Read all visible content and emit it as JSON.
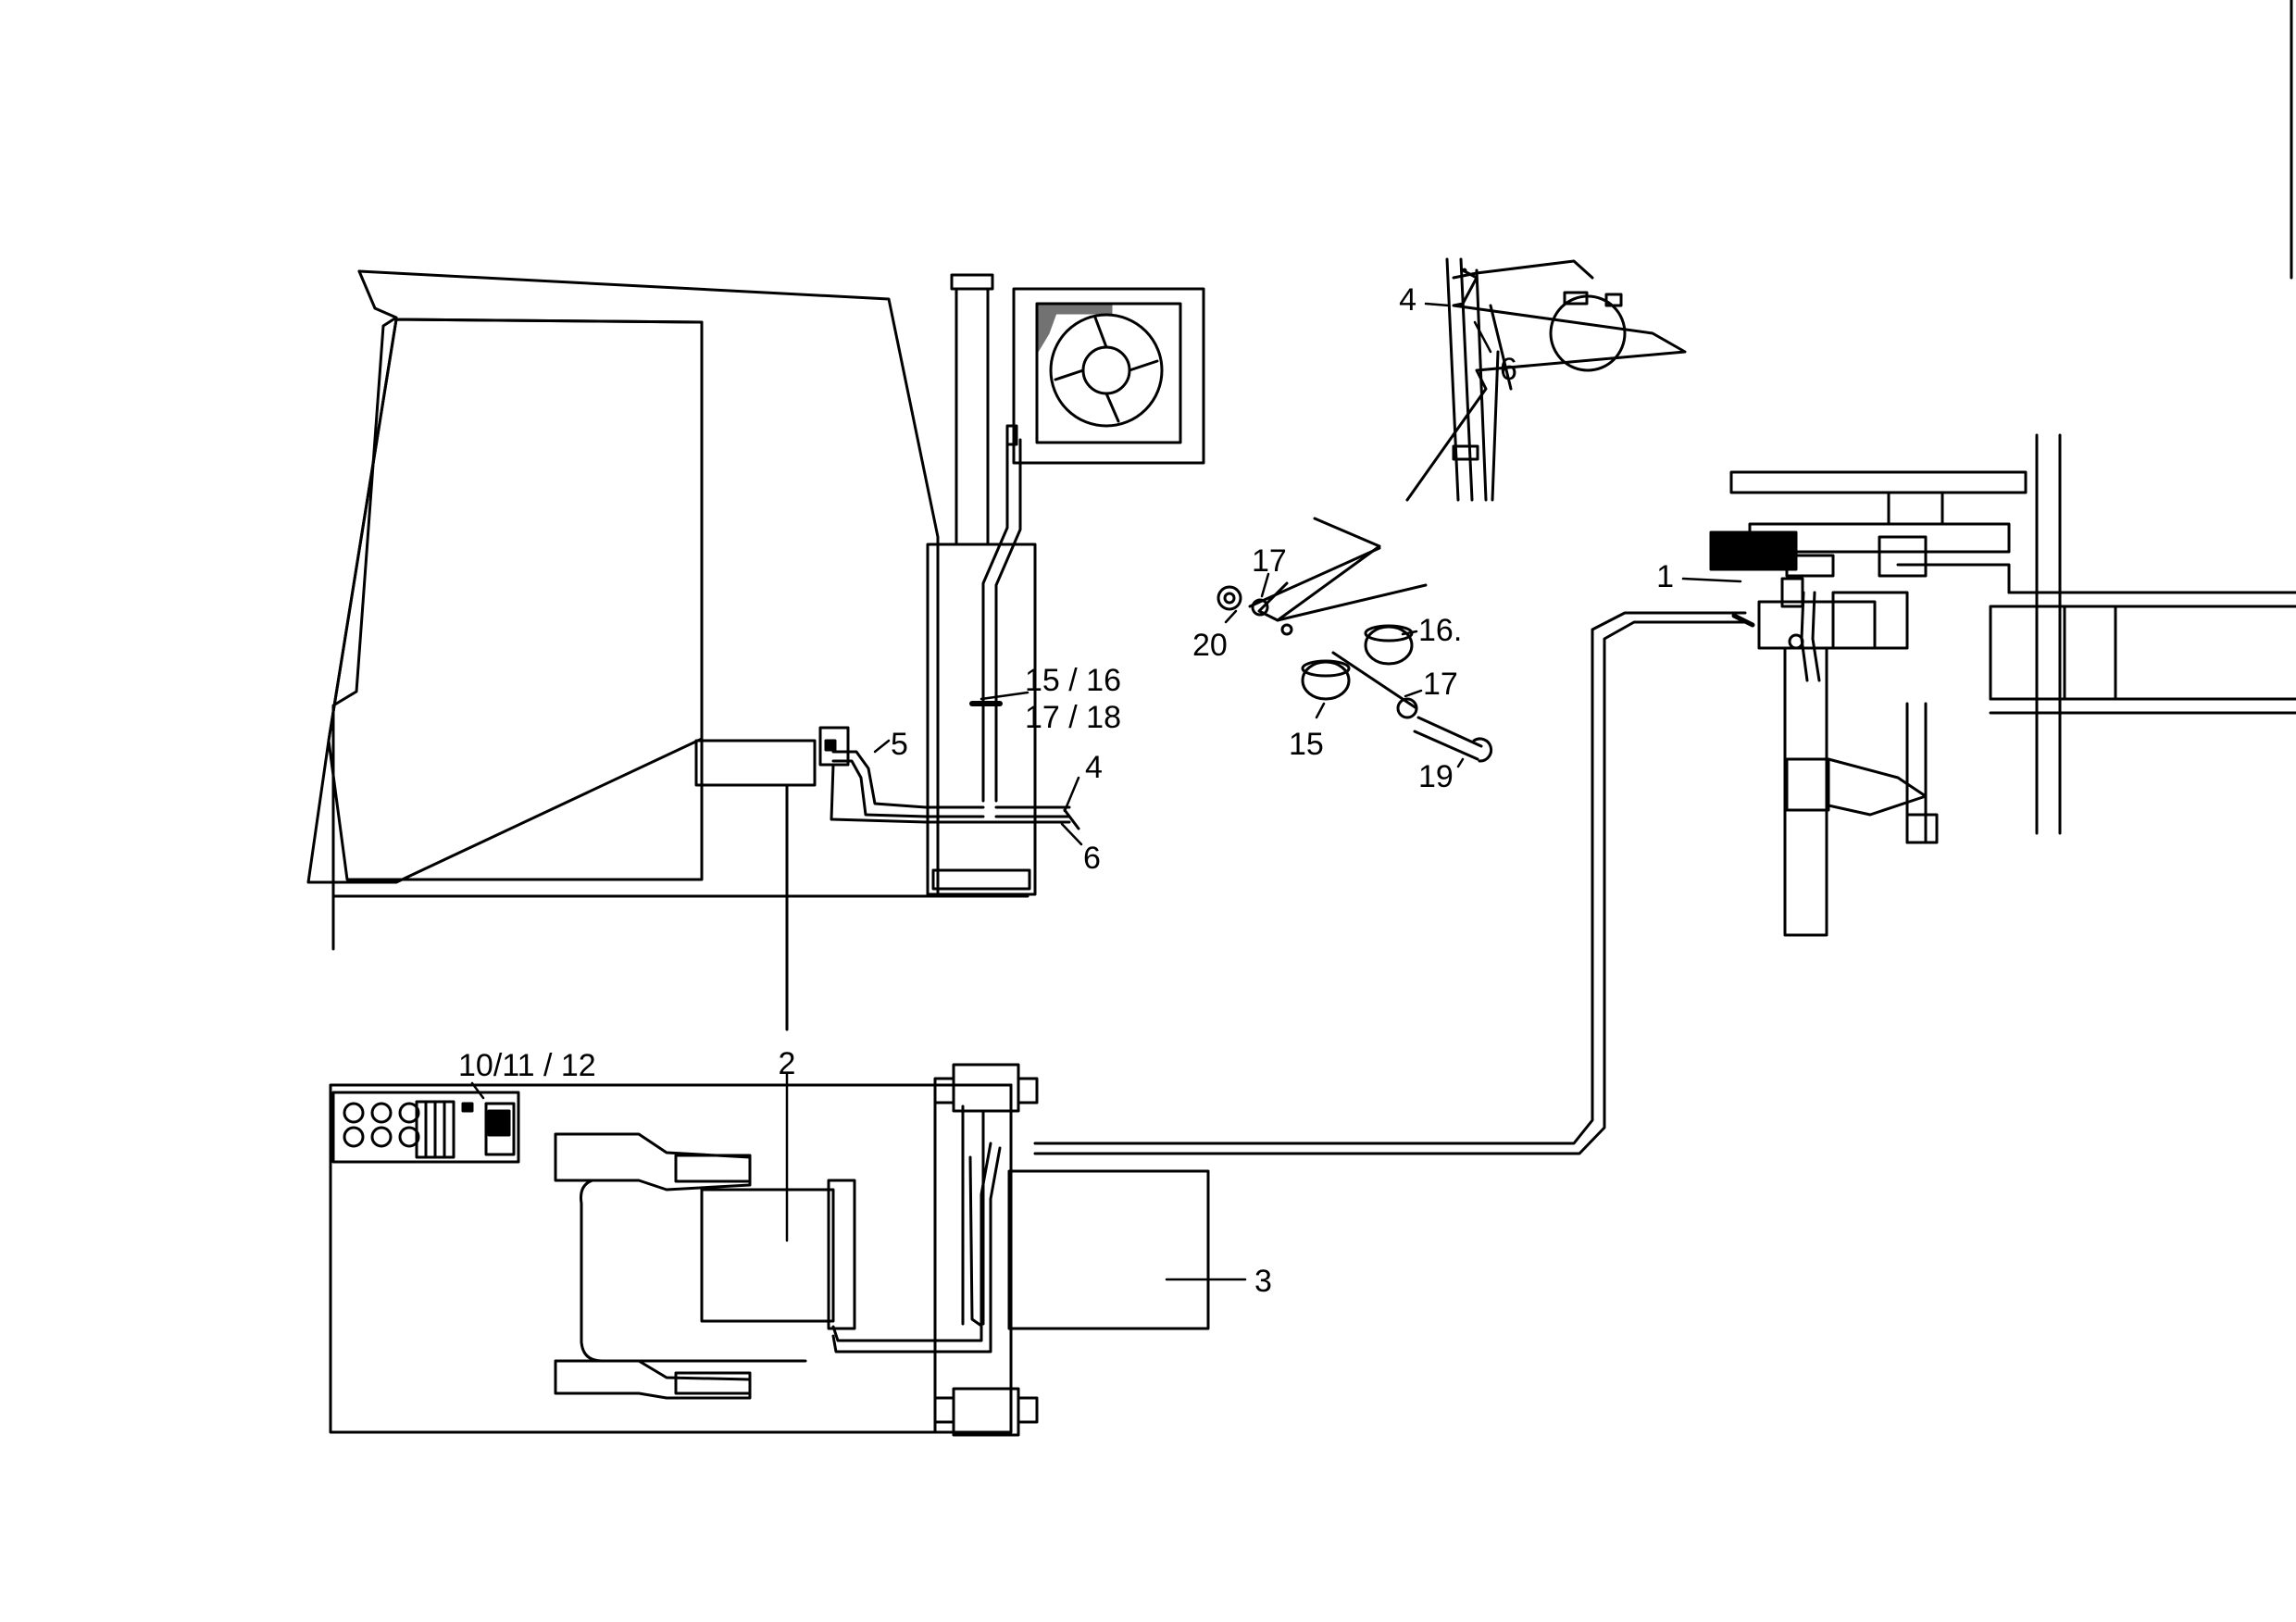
{
  "diagram": {
    "callouts": {
      "c1": "1",
      "c2": "2",
      "c3": "3",
      "c4a": "4",
      "c4b": "4",
      "c5": "5",
      "c6a": "6",
      "c6b": "6",
      "c10_11_12": "10/11 / 12",
      "c15_16": "15 / 16",
      "c17_18": "17 / 18",
      "c17a": "17",
      "c17b": "17",
      "c16": "16.",
      "c15": "15",
      "c19": "19",
      "c20": "20"
    },
    "colors": {
      "ink": "#000000",
      "paper": "#ffffff"
    }
  }
}
